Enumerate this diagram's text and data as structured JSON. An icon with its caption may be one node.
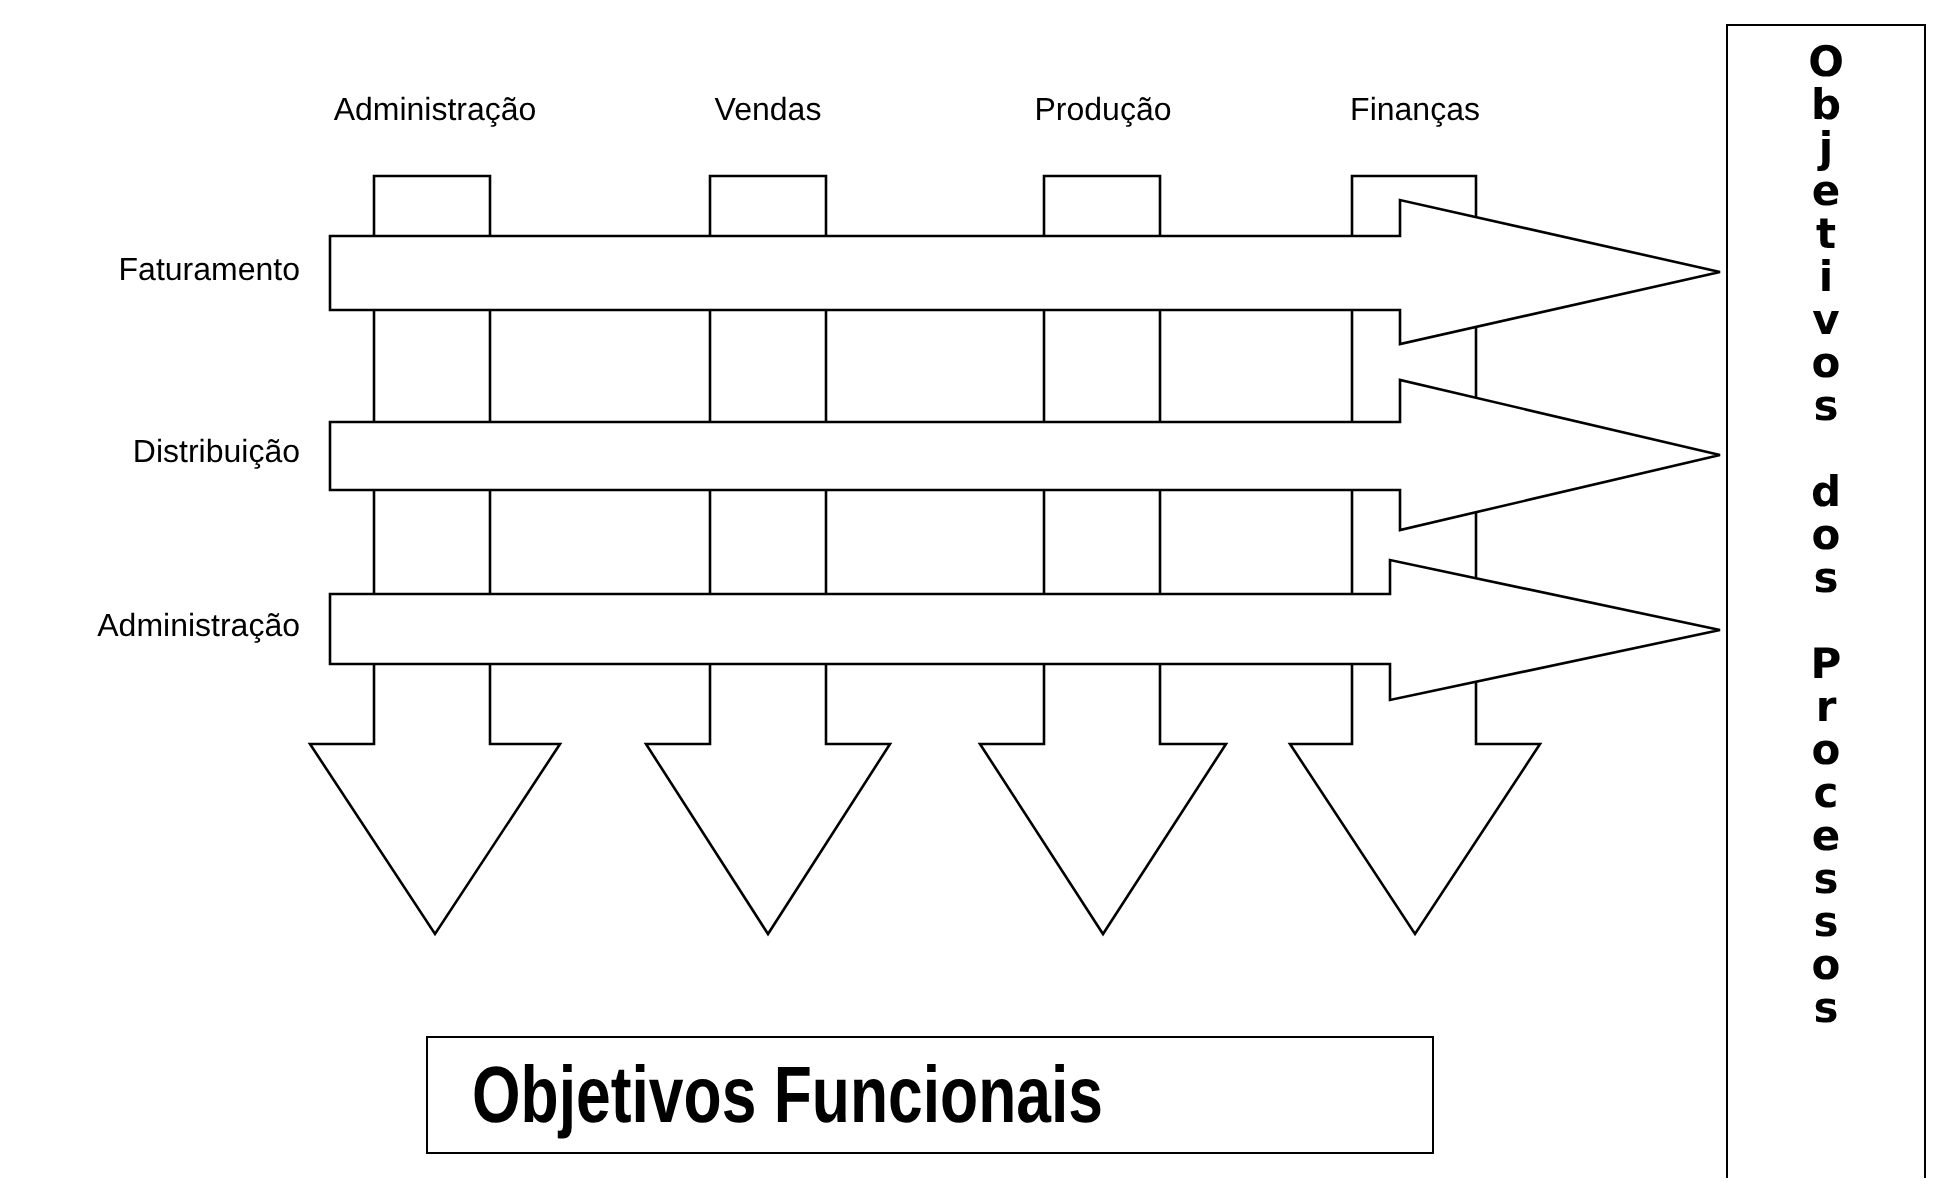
{
  "diagram": {
    "nodes": [
      {
        "text": [
          "Administração"
        ]
      },
      {
        "text": [
          "Vendas"
        ]
      },
      {
        "text": [
          "Produção"
        ]
      },
      {
        "text": [
          "Finanças"
        ]
      },
      {
        "text": [
          "Faturamento"
        ]
      },
      {
        "text": [
          "Distribuição"
        ]
      },
      {
        "text": [
          "Administração"
        ]
      },
      {
        "text": [
          "Objetivos Funcionais"
        ]
      },
      {
        "text": [
          "Objetivos dos Processos"
        ]
      }
    ]
  }
}
